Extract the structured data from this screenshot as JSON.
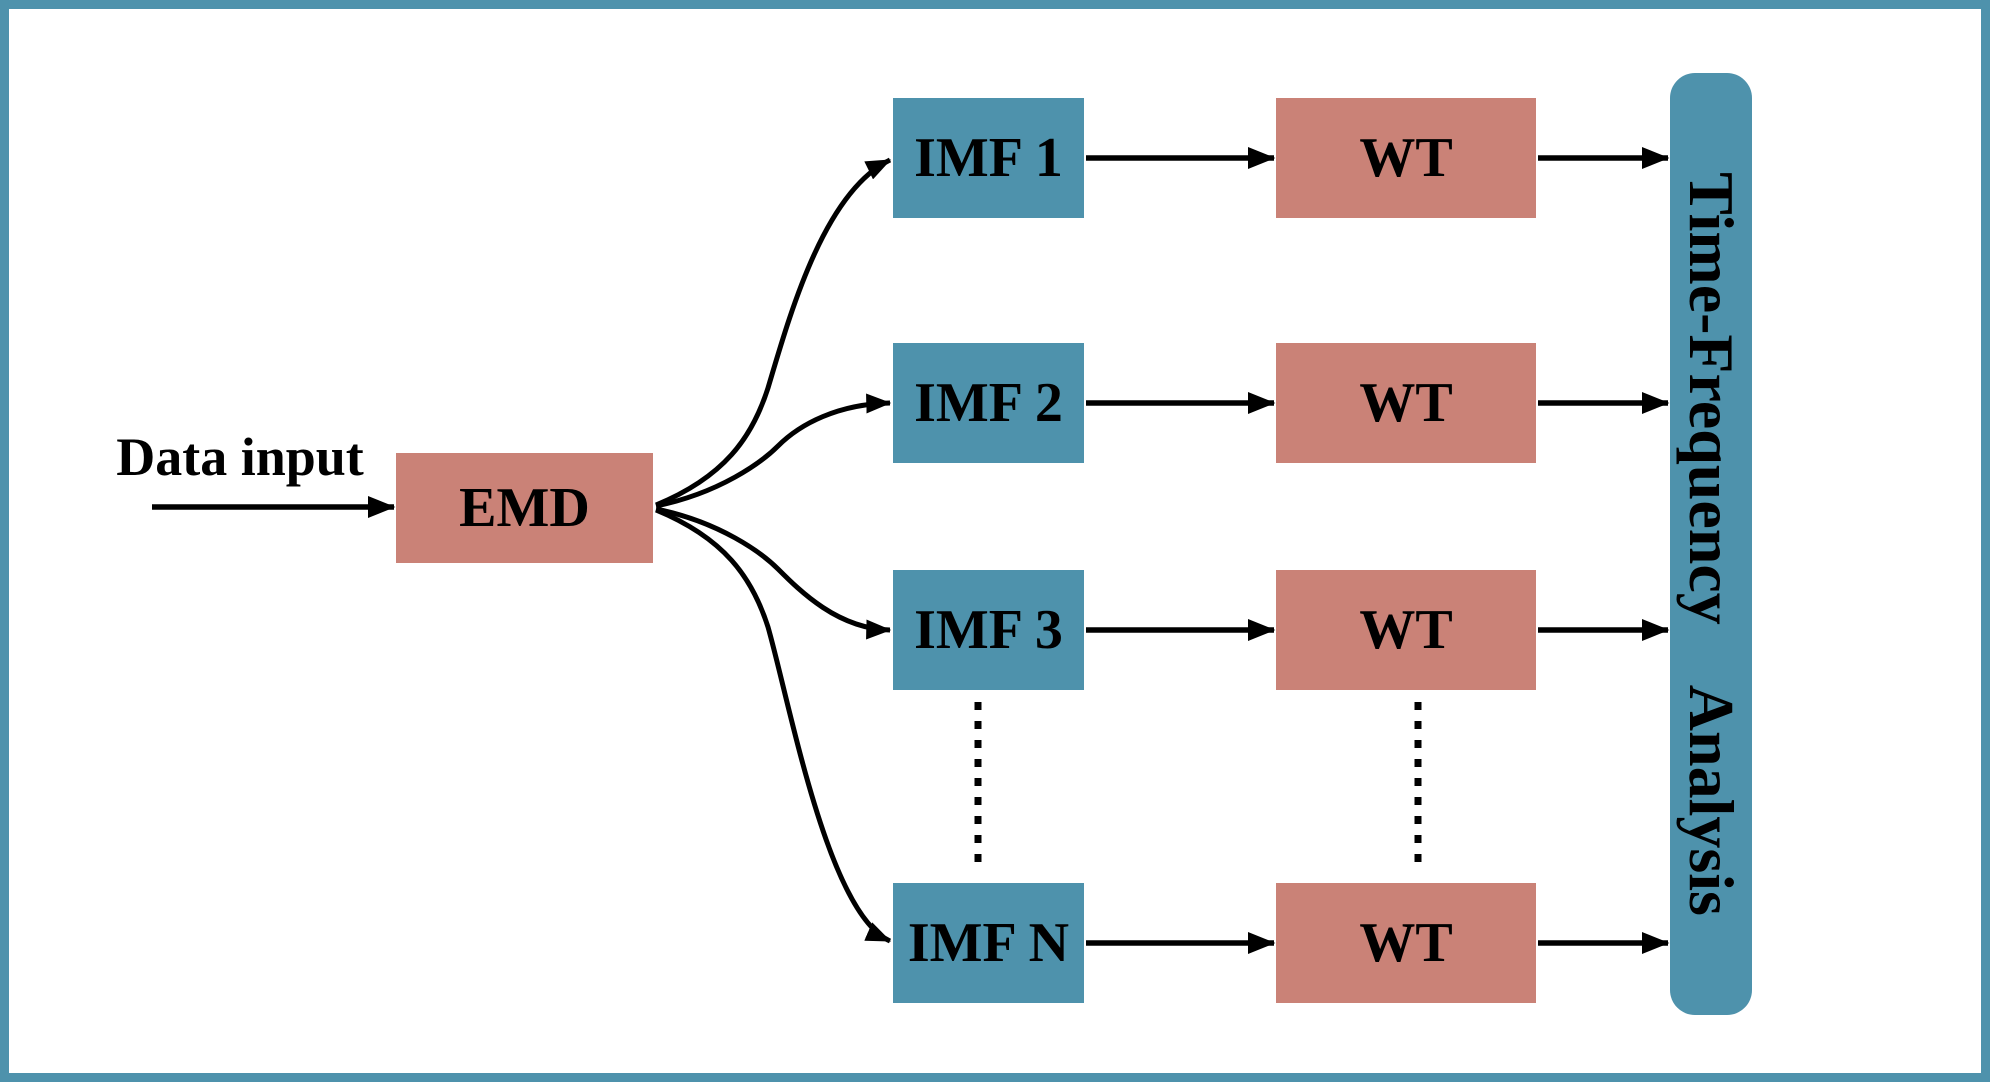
{
  "figure": {
    "input_label": "Data input",
    "emd_label": "EMD",
    "rows": [
      {
        "imf_label": "IMF 1",
        "wt_label": "WT"
      },
      {
        "imf_label": "IMF 2",
        "wt_label": "WT"
      },
      {
        "imf_label": "IMF 3",
        "wt_label": "WT"
      },
      {
        "imf_label": "IMF N",
        "wt_label": "WT"
      }
    ],
    "output_label": {
      "line1": "Time-Frequency",
      "line2": "Analysis"
    },
    "colors": {
      "imf_box_blue": "#4E92AC",
      "process_box_salmon": "#CA8277",
      "output_bar_blue": "#4E92AC",
      "frame_border_teal": "#4E92AC",
      "connector_black": "#000000",
      "text_black": "#000000",
      "background_white": "#FFFFFF"
    }
  }
}
